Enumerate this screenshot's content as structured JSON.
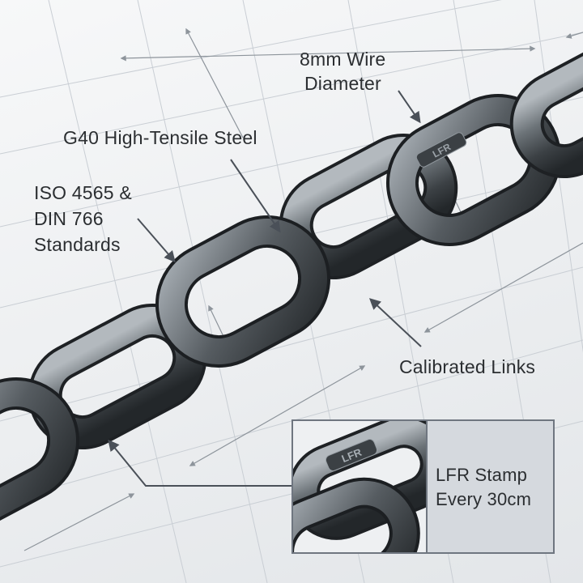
{
  "labels": {
    "wire_diameter": [
      "8mm Wire",
      "Diameter"
    ],
    "steel_grade": "G40 High-Tensile Steel",
    "standards": [
      "ISO 4565 &",
      "DIN 766",
      "Standards"
    ],
    "calibrated": "Calibrated Links"
  },
  "callout": {
    "text": [
      "LFR Stamp",
      "Every 30cm"
    ],
    "stamp_mark": "LFR"
  },
  "colors": {
    "background": "#eceef0",
    "grid": "#c9ced4",
    "chain_dark": "#2f3337",
    "chain_mid": "#5c6267",
    "chain_light": "#9aa1a7",
    "arrow": "#4a5058",
    "panel": "#d5d9de"
  }
}
